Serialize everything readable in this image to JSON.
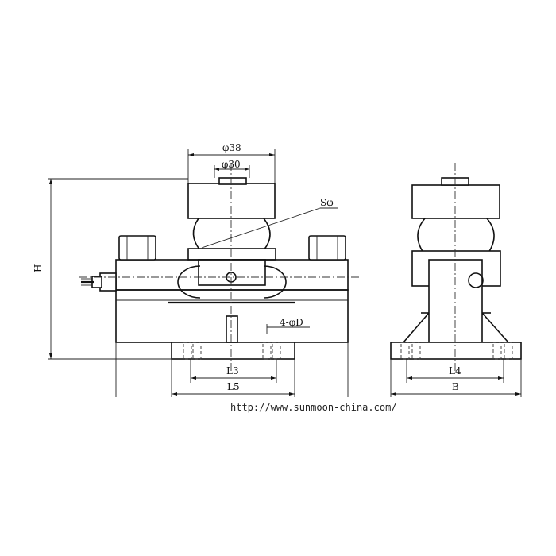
{
  "labels": {
    "phi38": "φ38",
    "phi30": "φ30",
    "sphi": "Sφ",
    "height": "H",
    "holes": "4-φD",
    "l3": "L3",
    "l5": "L5",
    "l4": "L4",
    "b": "B"
  },
  "footer": {
    "url": "http://www.sunmoon-china.com/"
  }
}
